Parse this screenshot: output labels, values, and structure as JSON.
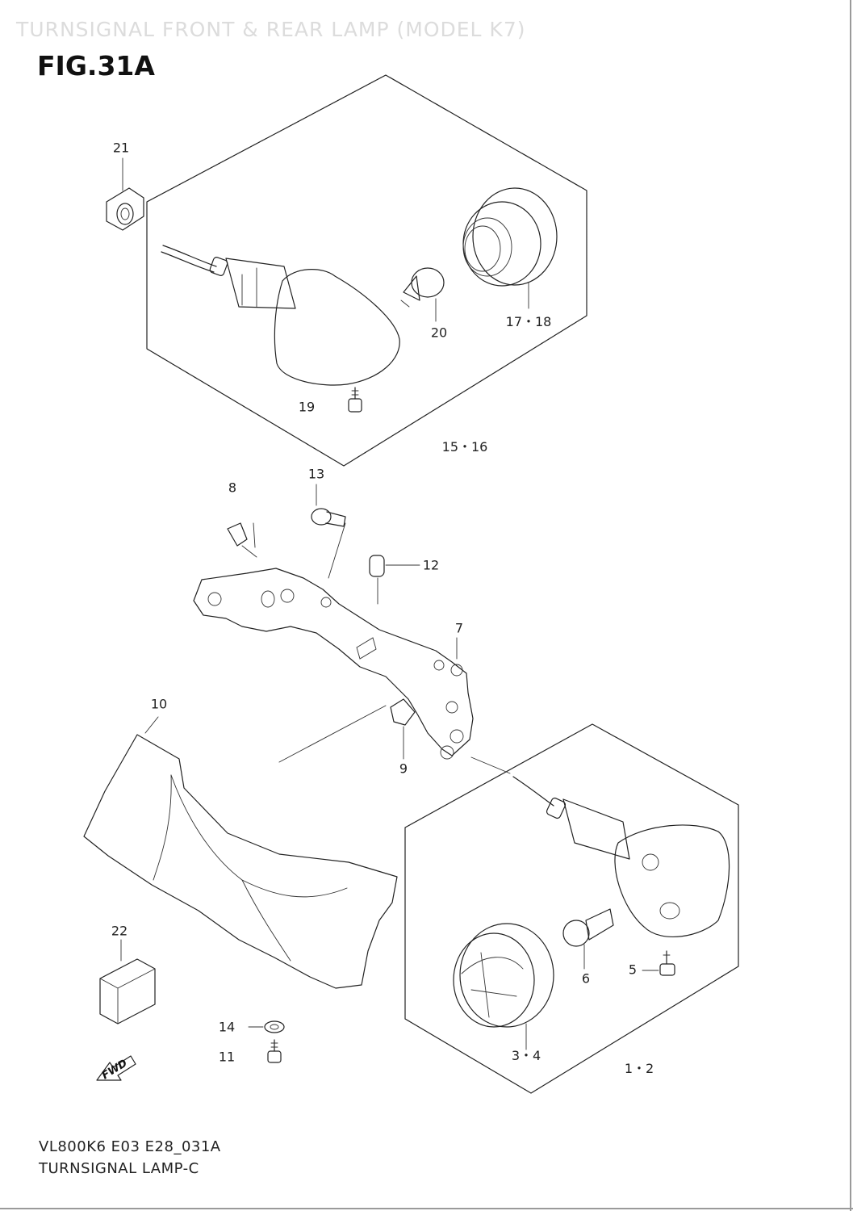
{
  "header": {
    "ghost_title": "TURNSIGNAL FRONT & REAR LAMP (MODEL K7)",
    "figure_title": "FIG.31A"
  },
  "callouts": [
    {
      "id": "21",
      "label": "21"
    },
    {
      "id": "20",
      "label": "20"
    },
    {
      "id": "17-18",
      "label": "17・18"
    },
    {
      "id": "19",
      "label": "19"
    },
    {
      "id": "15-16",
      "label": "15・16"
    },
    {
      "id": "13",
      "label": "13"
    },
    {
      "id": "8",
      "label": "8"
    },
    {
      "id": "12",
      "label": "12"
    },
    {
      "id": "7",
      "label": "7"
    },
    {
      "id": "10",
      "label": "10"
    },
    {
      "id": "9",
      "label": "9"
    },
    {
      "id": "22",
      "label": "22"
    },
    {
      "id": "6",
      "label": "6"
    },
    {
      "id": "5",
      "label": "5"
    },
    {
      "id": "14",
      "label": "14"
    },
    {
      "id": "11",
      "label": "11"
    },
    {
      "id": "3-4",
      "label": "3・4"
    },
    {
      "id": "1-2",
      "label": "1・2"
    }
  ],
  "fwd_arrow": {
    "label": "FWD"
  },
  "footer": {
    "code": "VL800K6 E03 E28_031A",
    "caption": "TURNSIGNAL LAMP-C"
  },
  "colors": {
    "line": "#222222",
    "ghost": "#dcdcdc",
    "background": "#ffffff"
  }
}
